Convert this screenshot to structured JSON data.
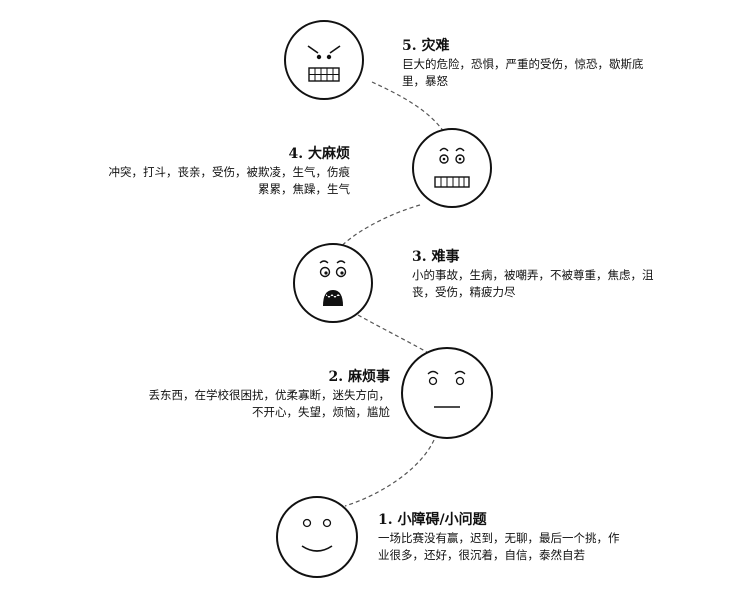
{
  "diagram": {
    "levels": [
      {
        "id": "5",
        "face": "angry-face-icon",
        "title": "5. 灾难",
        "description_lines": [
          "巨大的危险，恐惧，严重的受伤，惊恐，歇斯底",
          "里，暴怒"
        ]
      },
      {
        "id": "4",
        "face": "grimacing-face-icon",
        "title": "4. 大麻烦",
        "description_lines": [
          "冲突，打斗，丧亲，受伤，被欺凌，生气，伤痕",
          "累累，焦躁，生气"
        ]
      },
      {
        "id": "3",
        "face": "shocked-face-icon",
        "title": "3. 难事",
        "description_lines": [
          "小的事故，生病，被嘲弄，不被尊重，焦虑，沮",
          "丧，受伤，精疲力尽"
        ]
      },
      {
        "id": "2",
        "face": "neutral-face-icon",
        "title": "2. 麻烦事",
        "description_lines": [
          "丢东西，在学校很困扰，优柔寡断，迷失方向，",
          "不开心，失望，烦恼，尴尬"
        ]
      },
      {
        "id": "1",
        "face": "smiling-face-icon",
        "title": "1. 小障碍/小问题",
        "description_lines": [
          "一场比赛没有赢，迟到，无聊，最后一个挑，作",
          "业很多，还好，很沉着，自信，泰然自若"
        ]
      }
    ]
  }
}
